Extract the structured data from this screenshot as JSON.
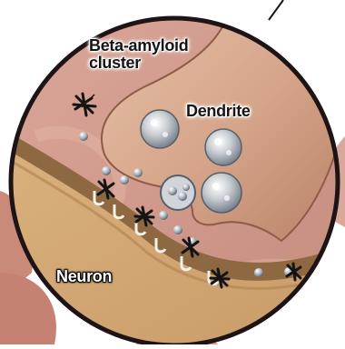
{
  "labels": {
    "beta_line1": "Beta-amyloid",
    "beta_line2": "cluster",
    "dendrite": "Dendrite",
    "neuron": "Neuron"
  },
  "colors": {
    "outside_tissue": "#c98a7a",
    "membrane_band": "#9b7445",
    "neuron_body": "#d2aa77",
    "dendrite": "#d6a888",
    "synaptic_cleft": "#d6a49a",
    "circle_border": "#1e1416",
    "vesicle": "#9aa3ad",
    "plaque": "#1b1b1b"
  },
  "icons": [
    "vesicle-icon",
    "receptor-icon",
    "amyloid-plaque-icon",
    "pointer-line"
  ]
}
